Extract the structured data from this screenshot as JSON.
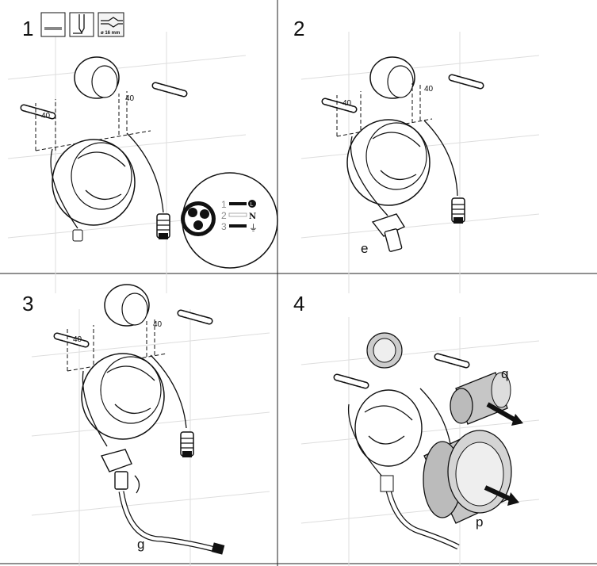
{
  "steps": [
    {
      "number": "1",
      "dimensions": [
        "40",
        "40"
      ]
    },
    {
      "number": "2",
      "dimensions": [
        "40",
        "40"
      ],
      "callout": "e"
    },
    {
      "number": "3",
      "dimensions": [
        "40",
        "40"
      ],
      "callout": "g"
    },
    {
      "number": "4",
      "callouts": [
        "q",
        "p"
      ]
    }
  ],
  "tools": {
    "drill_size": "ø 16 mm"
  },
  "connector_legend": [
    {
      "pin": "1",
      "symbol": "L"
    },
    {
      "pin": "2",
      "symbol": "N"
    },
    {
      "pin": "3",
      "symbol": "⏚"
    }
  ]
}
